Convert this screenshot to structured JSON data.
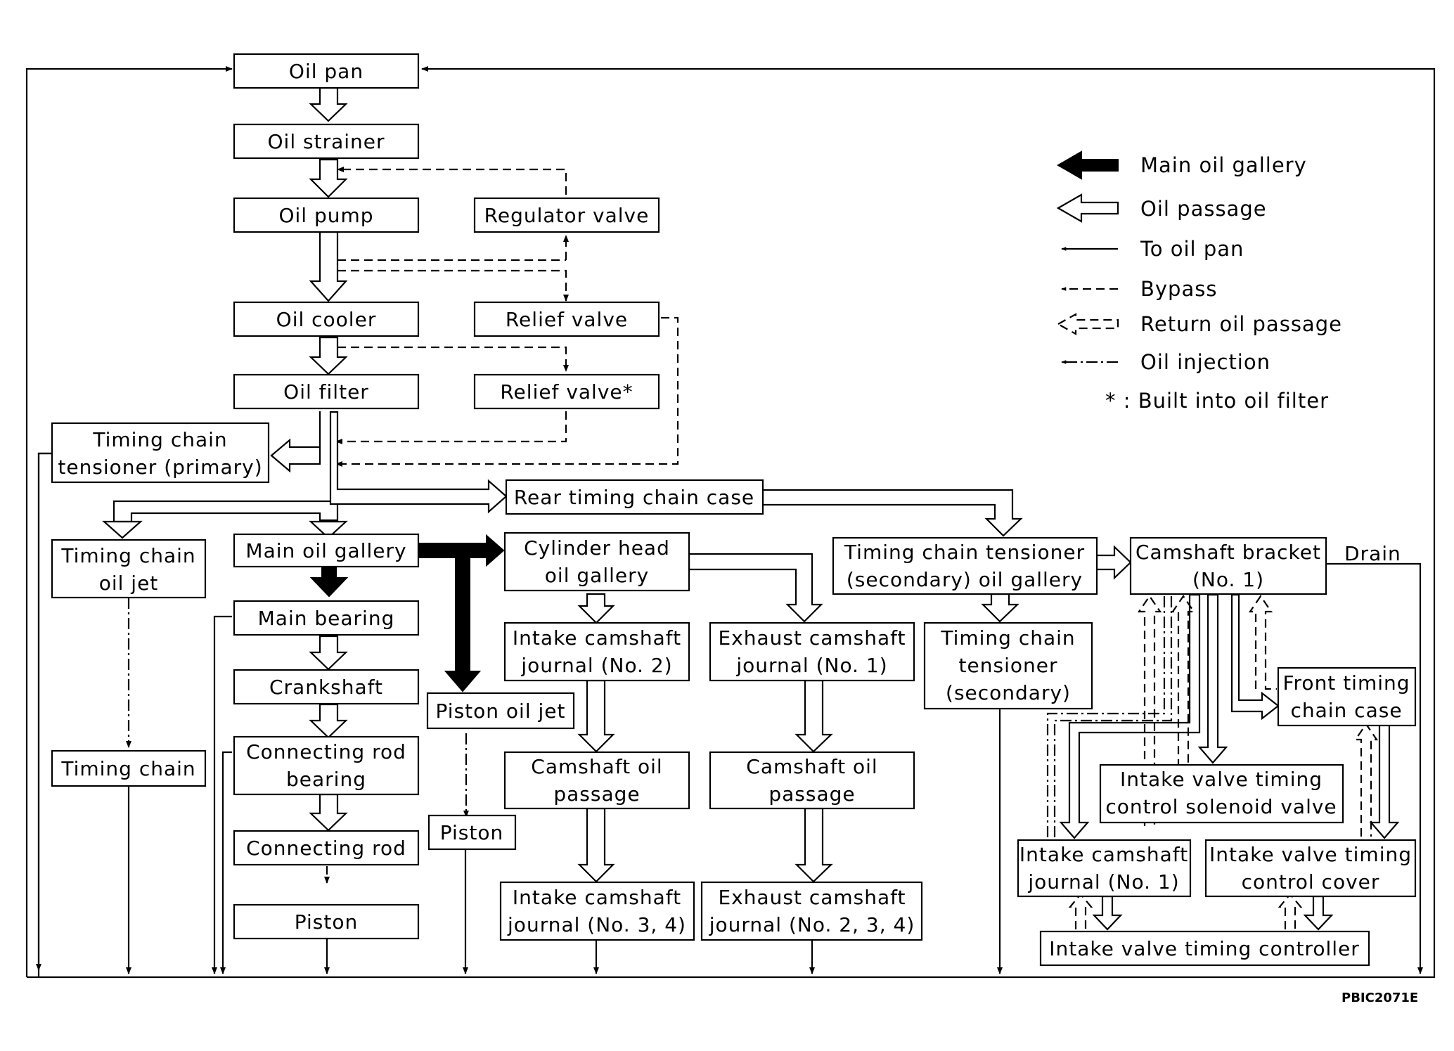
{
  "diagram": {
    "nodes": {
      "oil_pan": "Oil pan",
      "oil_strainer": "Oil strainer",
      "oil_pump": "Oil pump",
      "regulator_valve": "Regulator valve",
      "oil_cooler": "Oil cooler",
      "relief_valve": "Relief valve",
      "oil_filter": "Oil filter",
      "relief_valve_star": "Relief valve*",
      "tensioner_primary": [
        "Timing chain",
        "tensioner (primary)"
      ],
      "rear_case": "Rear timing chain case",
      "timing_jet": [
        "Timing chain",
        "oil jet"
      ],
      "main_gallery": "Main oil gallery",
      "cyl_head": [
        "Cylinder head",
        "oil gallery"
      ],
      "tens_sec_gallery": [
        "Timing chain tensioner",
        "(secondary) oil gallery"
      ],
      "cam_bracket": [
        "Camshaft bracket",
        "(No. 1)"
      ],
      "drain": "Drain",
      "main_bearing": "Main bearing",
      "intake_j2": [
        "Intake camshaft",
        "journal (No. 2)"
      ],
      "exhaust_j1": [
        "Exhaust camshaft",
        "journal (No. 1)"
      ],
      "tens_sec": [
        "Timing chain",
        "tensioner",
        "(secondary)"
      ],
      "front_case": [
        "Front timing",
        "chain case"
      ],
      "crankshaft": "Crankshaft",
      "piston_jet": "Piston oil jet",
      "conrod_bearing": [
        "Connecting rod",
        "bearing"
      ],
      "cam_pass_1": [
        "Camshaft oil",
        "passage"
      ],
      "cam_pass_2": [
        "Camshaft oil",
        "passage"
      ],
      "ivt_solenoid": [
        "Intake valve timing",
        "control solenoid valve"
      ],
      "timing_chain": "Timing chain",
      "piston_2": "Piston",
      "conrod": "Connecting rod",
      "intake_j1": [
        "Intake camshaft",
        "journal (No. 1)"
      ],
      "ivt_cover": [
        "Intake valve timing",
        "control cover"
      ],
      "intake_j34": [
        "Intake camshaft",
        "journal (No. 3, 4)"
      ],
      "exhaust_j234": [
        "Exhaust camshaft",
        "journal (No. 2, 3, 4)"
      ],
      "piston_1": "Piston",
      "ivt_controller": "Intake valve timing controller"
    },
    "legend": {
      "main_gallery": "Main oil gallery",
      "oil_passage": "Oil passage",
      "to_oil_pan": "To oil pan",
      "bypass": "Bypass",
      "return_passage": "Return oil passage",
      "oil_injection": "Oil injection",
      "note": "* : Built into oil filter"
    },
    "figure_code": "PBIC2071E"
  }
}
